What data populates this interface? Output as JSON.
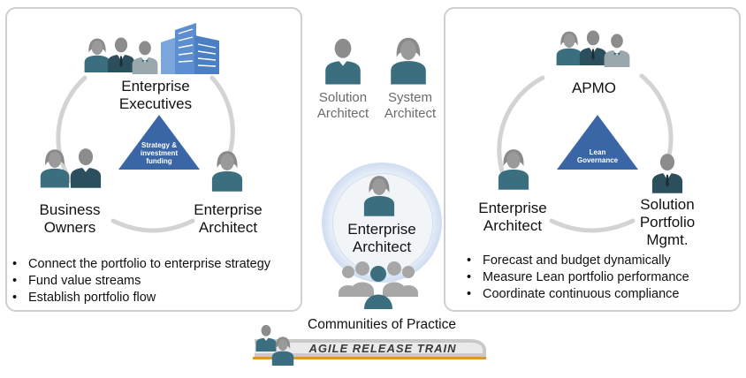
{
  "left_panel": {
    "top_role": "Enterprise\nExecutives",
    "left_role": "Business\nOwners",
    "right_role": "Enterprise\nArchitect",
    "triangle_label": "Strategy &\ninvestment\nfunding",
    "bullets": [
      "Connect the portfolio to enterprise strategy",
      "Fund value streams",
      "Establish portfolio flow"
    ]
  },
  "right_panel": {
    "top_role": "APMO",
    "left_role": "Enterprise\nArchitect",
    "right_role": "Solution\nPortfolio\nMgmt.",
    "triangle_label": "Lean\nGovernance",
    "bullets": [
      "Forecast and budget dynamically",
      "Measure Lean portfolio performance",
      "Coordinate continuous compliance"
    ]
  },
  "middle": {
    "solution_architect": "Solution\nArchitect",
    "system_architect": "System\nArchitect",
    "center_role": "Enterprise\nArchitect",
    "communities": "Communities of Practice",
    "train": "AGILE RELEASE TRAIN"
  },
  "colors": {
    "teal": "#3b6f80",
    "dark_teal": "#2b4f5c",
    "gray_person": "#8f8f8f",
    "triangle": "#3b66a6",
    "ring": "#d3d3d3"
  },
  "icons": [
    "person-icon",
    "building-icon",
    "train-icon"
  ]
}
